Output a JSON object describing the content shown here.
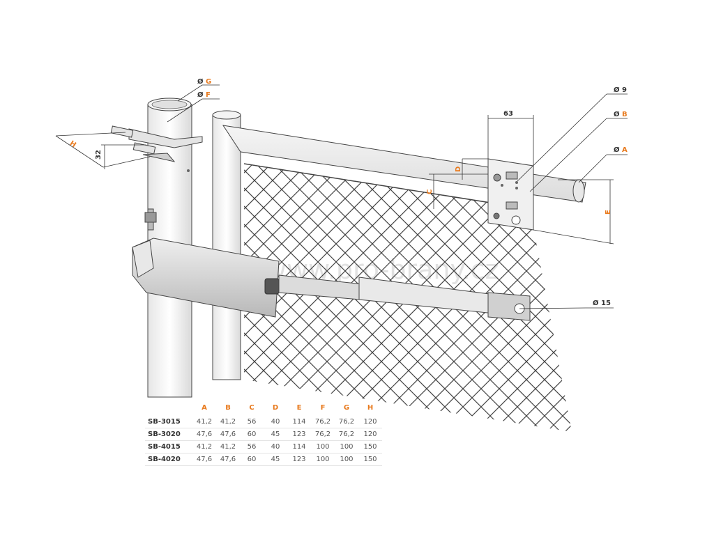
{
  "watermark": "www.pro-brany.cz",
  "labels": {
    "g": "G",
    "f": "F",
    "h": "H",
    "dim32": "32",
    "dim63": "63",
    "dia9": "9",
    "b": "B",
    "a": "A",
    "d": "D",
    "c": "C",
    "e": "E",
    "dia15": "15",
    "dia_symbol": "Ø"
  },
  "colors": {
    "accent": "#e87a1e",
    "line": "#333333"
  },
  "table": {
    "columns": [
      "A",
      "B",
      "C",
      "D",
      "E",
      "F",
      "G",
      "H"
    ],
    "rows": [
      {
        "model": "SB-3015",
        "values": [
          "41,2",
          "41,2",
          "56",
          "40",
          "114",
          "76,2",
          "76,2",
          "120"
        ]
      },
      {
        "model": "SB-3020",
        "values": [
          "47,6",
          "47,6",
          "60",
          "45",
          "123",
          "76,2",
          "76,2",
          "120"
        ]
      },
      {
        "model": "SB-4015",
        "values": [
          "41,2",
          "41,2",
          "56",
          "40",
          "114",
          "100",
          "100",
          "150"
        ]
      },
      {
        "model": "SB-4020",
        "values": [
          "47,6",
          "47,6",
          "60",
          "45",
          "123",
          "100",
          "100",
          "150"
        ]
      }
    ]
  }
}
